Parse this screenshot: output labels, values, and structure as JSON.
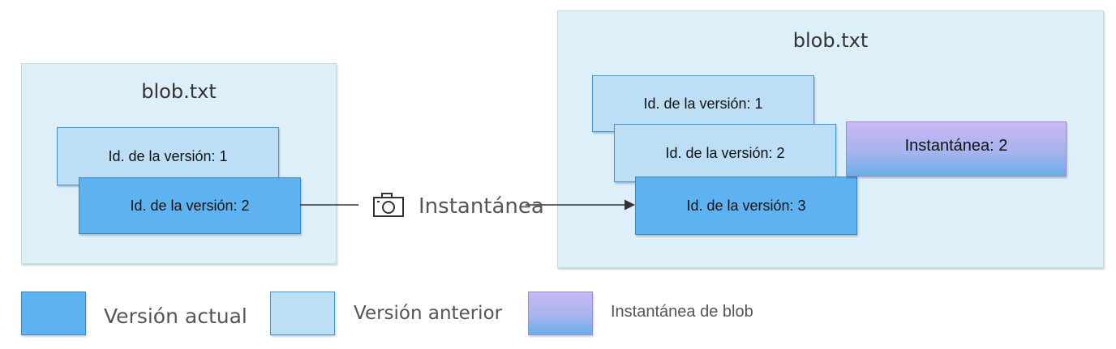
{
  "left_container": {
    "title": "blob.txt",
    "versions": [
      {
        "label": "Id. de la versión: 1",
        "state": "previous"
      },
      {
        "label": "Id. de la versión: 2",
        "state": "current"
      }
    ]
  },
  "snapshot_action": {
    "icon": "camera-icon",
    "label": "Instantánea"
  },
  "right_container": {
    "title": "blob.txt",
    "versions": [
      {
        "label": "Id. de la versión: 1",
        "state": "previous"
      },
      {
        "label": "Id. de la versión: 2",
        "state": "previous"
      },
      {
        "label": "Id. de la versión: 3",
        "state": "current"
      }
    ],
    "snapshot": {
      "label": "Instantánea: 2"
    }
  },
  "legend": {
    "current": "Versión actual",
    "previous": "Versión anterior",
    "snapshot": "Instantánea de blob"
  },
  "colors": {
    "current": "#5fb2f0",
    "previous": "#bddff6",
    "snapshot_top": "#cab8f4",
    "snapshot_bottom": "#6aaee7",
    "container": "#ddf0f9"
  }
}
